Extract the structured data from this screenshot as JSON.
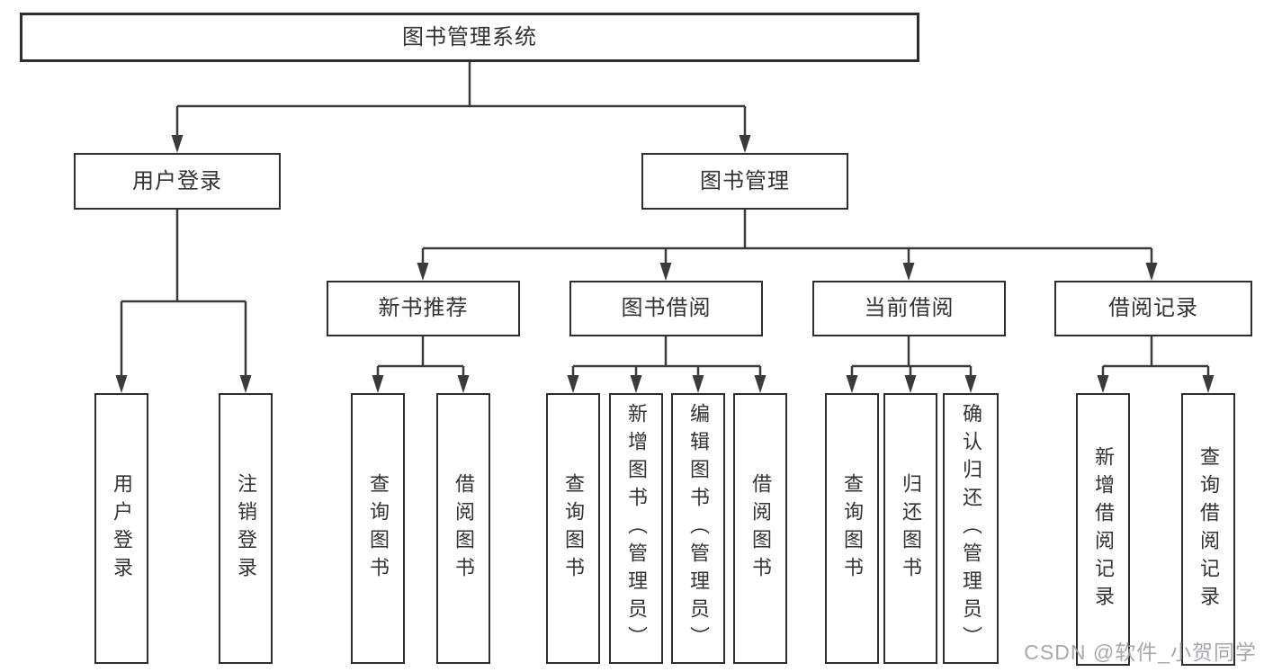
{
  "nodes": {
    "root": "图书管理系统",
    "user_login": "用户登录",
    "book_management": "图书管理",
    "new_book_recommend": "新书推荐",
    "book_borrowing": "图书借阅",
    "current_borrowing": "当前借阅",
    "borrowing_records": "借阅记录",
    "ul_user_login": "用户登录",
    "ul_logout": "注销登录",
    "nbr_query_books": "查询图书",
    "nbr_borrow_books": "借阅图书",
    "bb_query_books": "查询图书",
    "bb_add_books_admin": "新增图书（管理员）",
    "bb_edit_books_admin": "编辑图书（管理员）",
    "bb_borrow_books": "借阅图书",
    "cb_query_books": "查询图书",
    "cb_return_books": "归还图书",
    "cb_confirm_return_admin": "确认归还（管理员）",
    "br_add_record": "新增借阅记录",
    "br_query_record": "查询借阅记录"
  },
  "watermark": "CSDN @软件_小贺同学",
  "colors": {
    "line": "#3a3a3a",
    "box_border": "#2e2e2e",
    "text": "#333333",
    "watermark": "#9e9ea3",
    "background": "#ffffff"
  }
}
